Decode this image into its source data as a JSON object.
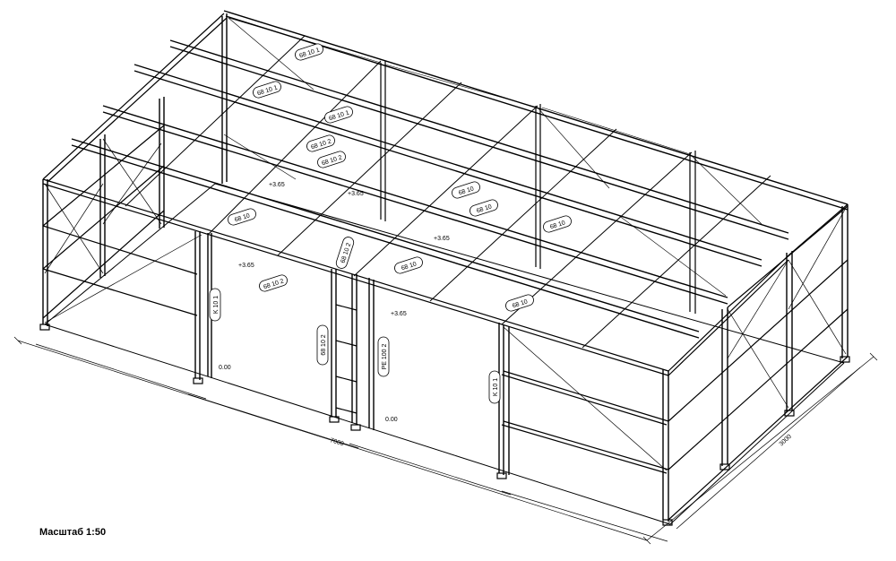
{
  "scale_label": "Масштаб 1:50",
  "dimensions": {
    "length": "7000",
    "width": "3000"
  },
  "member_tags": {
    "ridge_1": "68 10 1",
    "ridge_2": "68 10 1",
    "ridge_3": "68 10 1",
    "ridge_4": "68 10 2",
    "ridge_5": "68 10 2",
    "purlin_a": "68 10",
    "purlin_b": "68 10",
    "purlin_c": "68 10",
    "purlin_d": "68 10",
    "purlin_e": "68 10",
    "purlin_f": "68 10",
    "column_left": "K 10 1",
    "column_door_1": "68 10 2",
    "column_door_2": "PE 100 2",
    "column_right": "K 10 1",
    "door_head": "68 10 2",
    "door_leaf": "68 10 2"
  },
  "elevations": {
    "e1": "0.00",
    "e2": "0.00",
    "e3": "+3.65",
    "e4": "+3.65",
    "e5": "+3.65",
    "e6": "+3.65",
    "e7": "+3.65"
  }
}
